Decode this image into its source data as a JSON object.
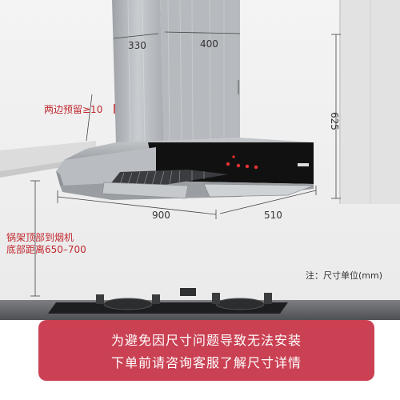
{
  "dimensions": {
    "depth_top": "330",
    "width_top": "400",
    "height": "625",
    "width_main": "900",
    "depth_main": "510"
  },
  "labels": {
    "side_clearance": "两边预留≥10",
    "pot_rack_line1": "锅架顶部到烟机",
    "pot_rack_line2": "底部距离650–700",
    "unit_note": "注：尺寸单位(mm)"
  },
  "banner": {
    "line1": "为避免因尺寸问题导致无法安装",
    "line2": "下单前请咨询客服了解尺寸详情"
  },
  "colors": {
    "accent_red": "#c0282f",
    "banner_bg": "#c8374a",
    "steel": "#b9bcc0",
    "glass_panel": "#111111"
  },
  "icons": [
    "touch-control-dot-icon",
    "brand-logo-icon"
  ]
}
